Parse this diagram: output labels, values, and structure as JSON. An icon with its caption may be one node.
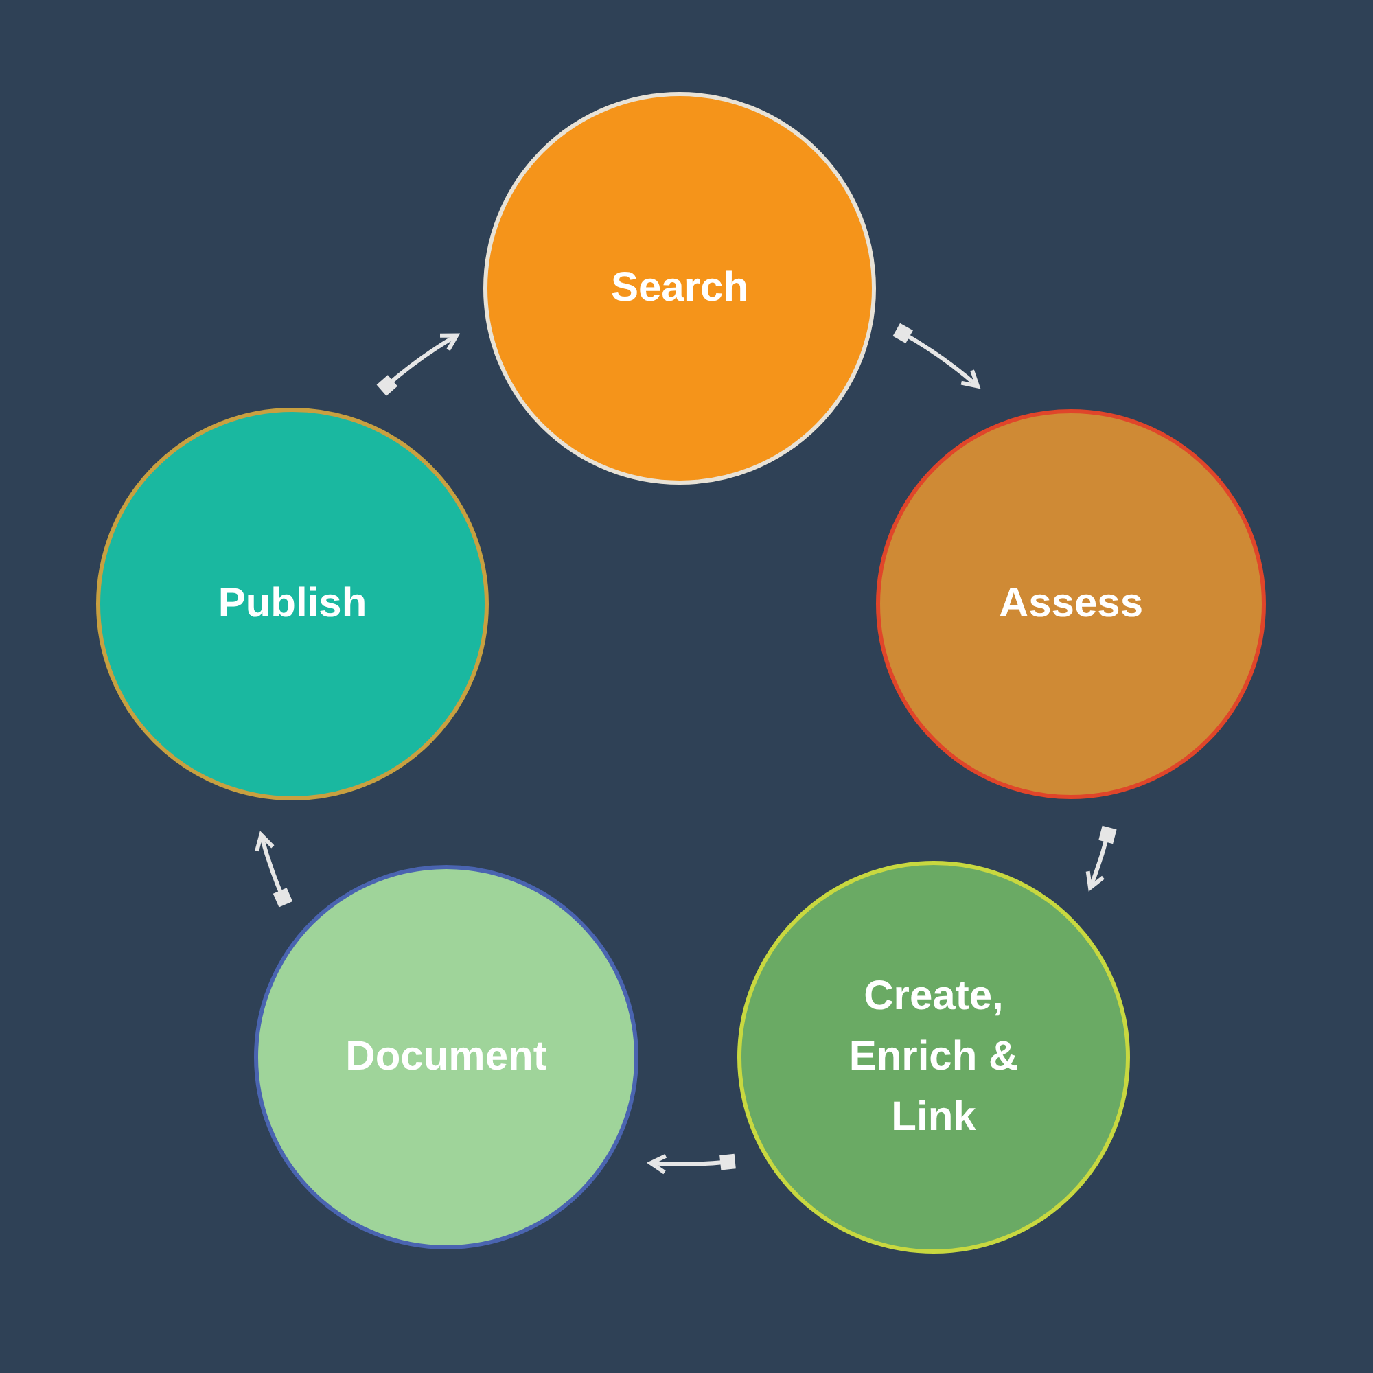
{
  "diagram": {
    "nodes": [
      {
        "text": [
          "Search"
        ]
      },
      {
        "text": [
          "Assess"
        ]
      },
      {
        "text": [
          "Create, Enrich & Link"
        ]
      },
      {
        "text": [
          "Document"
        ]
      },
      {
        "text": [
          "Publish"
        ]
      }
    ],
    "edges": [
      {
        "from": 0,
        "to": 1,
        "arrow": "to"
      },
      {
        "from": 1,
        "to": 2,
        "arrow": "to"
      },
      {
        "from": 2,
        "to": 3,
        "arrow": "to"
      },
      {
        "from": 3,
        "to": 4,
        "arrow": "to"
      },
      {
        "from": 4,
        "to": 0,
        "arrow": "to"
      }
    ]
  }
}
